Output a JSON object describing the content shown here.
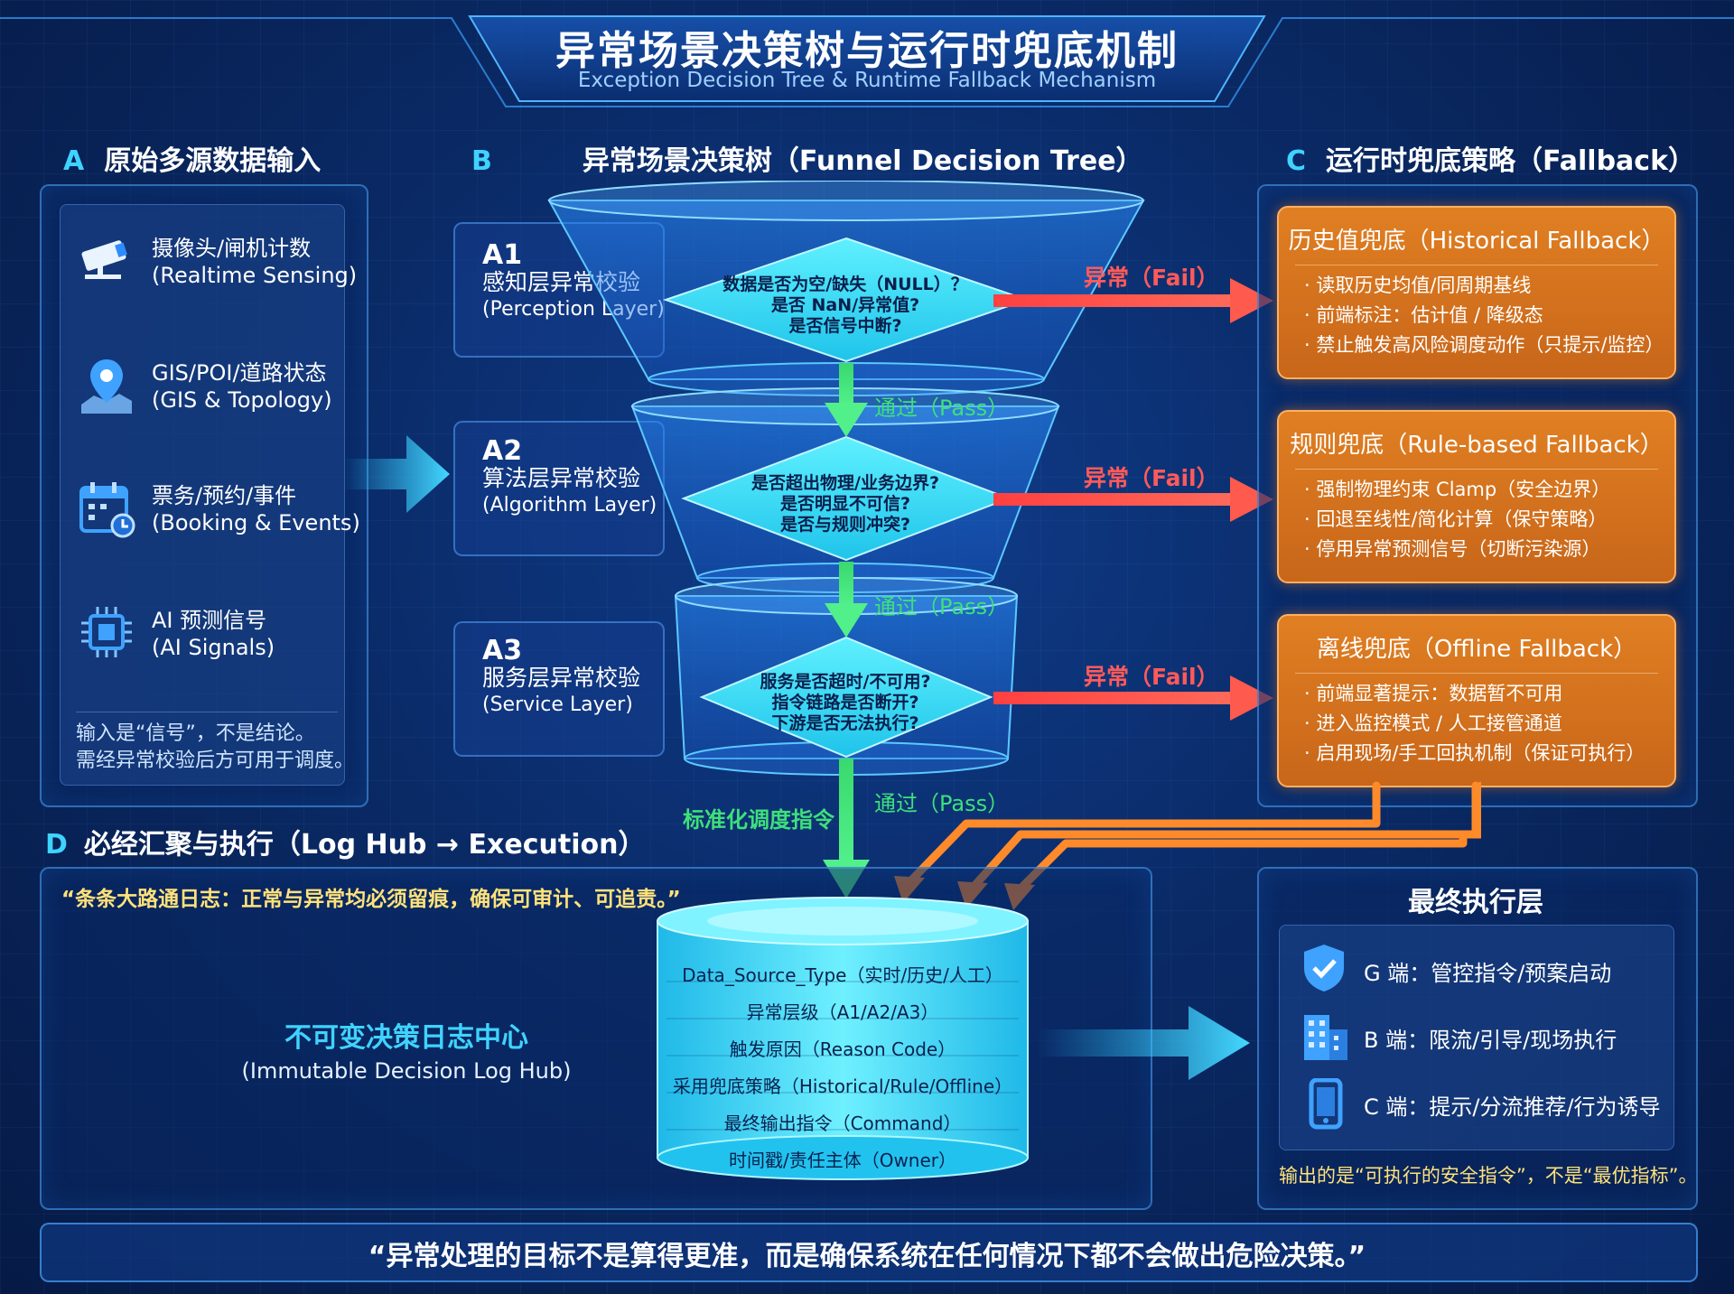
{
  "header": {
    "title": "异常场景决策树与运行时兜底机制",
    "subtitle": "Exception Decision Tree & Runtime Fallback Mechanism"
  },
  "section_a": {
    "letter": "A",
    "title": "原始多源数据输入",
    "sources": [
      {
        "icon": "camera-icon",
        "line1": "摄像头/闸机计数",
        "line2": "(Realtime Sensing)"
      },
      {
        "icon": "map-pin-icon",
        "line1": "GIS/POI/道路状态",
        "line2": "(GIS & Topology)"
      },
      {
        "icon": "calendar-icon",
        "line1": "票务/预约/事件",
        "line2": "(Booking & Events)"
      },
      {
        "icon": "chip-icon",
        "line1": "AI 预测信号",
        "line2": "(AI Signals)"
      }
    ],
    "note_line1": "输入是“信号”，不是结论。",
    "note_line2": "需经异常校验后方可用于调度。"
  },
  "section_b": {
    "letter": "B",
    "title": "异常场景决策树（Funnel Decision Tree）",
    "layers": [
      {
        "code": "A1",
        "name": "感知层异常校验",
        "en": "(Perception Layer)",
        "checks": [
          "数据是否为空/缺失（NULL）？",
          "是否 NaN/异常值?",
          "是否信号中断?"
        ]
      },
      {
        "code": "A2",
        "name": "算法层异常校验",
        "en": "(Algorithm Layer)",
        "checks": [
          "是否超出物理/业务边界?",
          "是否明显不可信?",
          "是否与规则冲突?"
        ]
      },
      {
        "code": "A3",
        "name": "服务层异常校验",
        "en": "(Service Layer)",
        "checks": [
          "服务是否超时/不可用?",
          "指令链路是否断开?",
          "下游是否无法执行?"
        ]
      }
    ],
    "fail_label": "异常（Fail）",
    "pass_label": "通过（Pass）",
    "output_label": "标准化调度指令"
  },
  "section_c": {
    "letter": "C",
    "title": "运行时兜底策略（Fallback）",
    "cards": [
      {
        "title": "历史值兜底（Historical Fallback）",
        "items": [
          "· 读取历史均值/同周期基线",
          "· 前端标注：估计值 / 降级态",
          "· 禁止触发高风险调度动作（只提示/监控）"
        ]
      },
      {
        "title": "规则兜底（Rule-based Fallback）",
        "items": [
          "· 强制物理约束 Clamp（安全边界）",
          "· 回退至线性/简化计算（保守策略）",
          "· 停用异常预测信号（切断污染源）"
        ]
      },
      {
        "title": "离线兜底（Offline Fallback）",
        "items": [
          "· 前端显著提示：数据暂不可用",
          "· 进入监控模式 / 人工接管通道",
          "· 启用现场/手工回执机制（保证可执行）"
        ]
      }
    ]
  },
  "section_d": {
    "letter": "D",
    "title": "必经汇聚与执行（Log Hub → Execution）",
    "quote": "“条条大路通日志：正常与异常均必须留痕，确保可审计、可追责。”",
    "hub_name": "不可变决策日志中心",
    "hub_en": "(Immutable Decision Log Hub)",
    "log_fields": [
      "Data_Source_Type（实时/历史/人工）",
      "异常层级（A1/A2/A3）",
      "触发原因（Reason Code）",
      "采用兜底策略（Historical/Rule/Offline）",
      "最终输出指令（Command）",
      "时间戳/责任主体（Owner）"
    ]
  },
  "execution": {
    "title": "最终执行层",
    "rows": [
      {
        "icon": "shield-check-icon",
        "text": "G 端：管控指令/预案启动"
      },
      {
        "icon": "building-icon",
        "text": "B 端：限流/引导/现场执行"
      },
      {
        "icon": "phone-icon",
        "text": "C 端：提示/分流推荐/行为诱导"
      }
    ],
    "note": "输出的是“可执行的安全指令”，不是“最优指标”。"
  },
  "footer": {
    "quote": "“异常处理的目标不是算得更准，而是确保系统在任何情况下都不会做出危险决策。”"
  },
  "colors": {
    "accent_cyan": "#3fd3ff",
    "fail_red": "#ff4a4a",
    "pass_green": "#3ee07a",
    "fallback_orange": "#d8701e",
    "quote_yellow": "#ffe27a"
  }
}
